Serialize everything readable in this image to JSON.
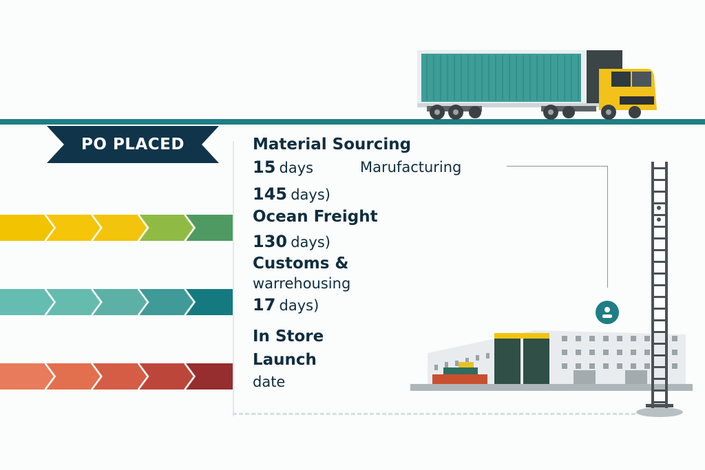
{
  "header": {
    "ribbon_label": "PO PLACED"
  },
  "stages": [
    {
      "title": "Material Sourcing",
      "duration_value": "15",
      "duration_unit": "days"
    },
    {
      "title": "Marufacturing",
      "duration_value": "145",
      "duration_unit": "days)"
    },
    {
      "title": "Ocean Freight",
      "duration_value": "130",
      "duration_unit": "days)"
    },
    {
      "title_line1": "Customs &",
      "title_line2": "warrehousing",
      "duration_value": "17",
      "duration_unit": "days)"
    },
    {
      "title_line1": "In Store",
      "title_line2": "Launch",
      "subtitle": "date"
    }
  ],
  "arrow_bars": [
    {
      "name": "yellow-green",
      "colors": [
        "#f2c300",
        "#f5c50a",
        "#f3c40c",
        "#8fbb45",
        "#4f9a62"
      ]
    },
    {
      "name": "teal",
      "colors": [
        "#64bdb0",
        "#66bbaf",
        "#5cb0a6",
        "#3f9a98",
        "#157a80"
      ]
    },
    {
      "name": "red",
      "colors": [
        "#e77b5c",
        "#e2704f",
        "#d55c45",
        "#bd463b",
        "#962d2e"
      ]
    }
  ],
  "colors": {
    "primary_dark": "#10344a",
    "accent_teal": "#1f7d84",
    "text": "#0f2e3f"
  },
  "illustrations": {
    "truck": "truck-icon",
    "warehouse": "warehouse-icon",
    "ladder": "ladder-icon",
    "location_pin": "person-pin-icon"
  }
}
